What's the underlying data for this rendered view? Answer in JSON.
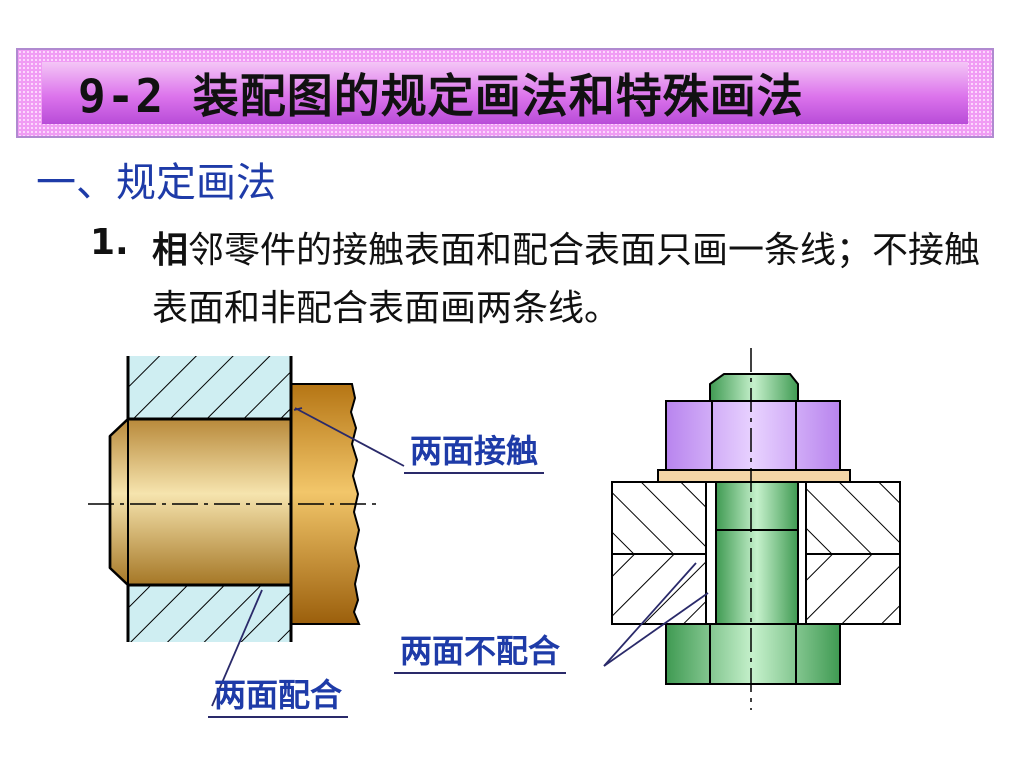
{
  "title": "9-2 装配图的规定画法和特殊画法",
  "section": "一、规定画法",
  "item": {
    "number": "1.",
    "first_char": "相",
    "text_rest": "邻零件的接触表面和配合表面只画一条线；不接触表面和非配合表面画两条线。"
  },
  "callouts": {
    "contact": "两面接触",
    "fit": "两面配合",
    "no_fit": "两面不配合"
  },
  "colors": {
    "title_band": "#f09cf4",
    "heading_blue": "#1e3ba8",
    "hatch_fill": "#cfeef2",
    "shaft_gold": "#d4aa55",
    "flange_brown": "#c8891c",
    "nut_purple": "#c89cf4",
    "bolt_green": "#7cd488",
    "washer_tan": "#f4d6a6"
  }
}
